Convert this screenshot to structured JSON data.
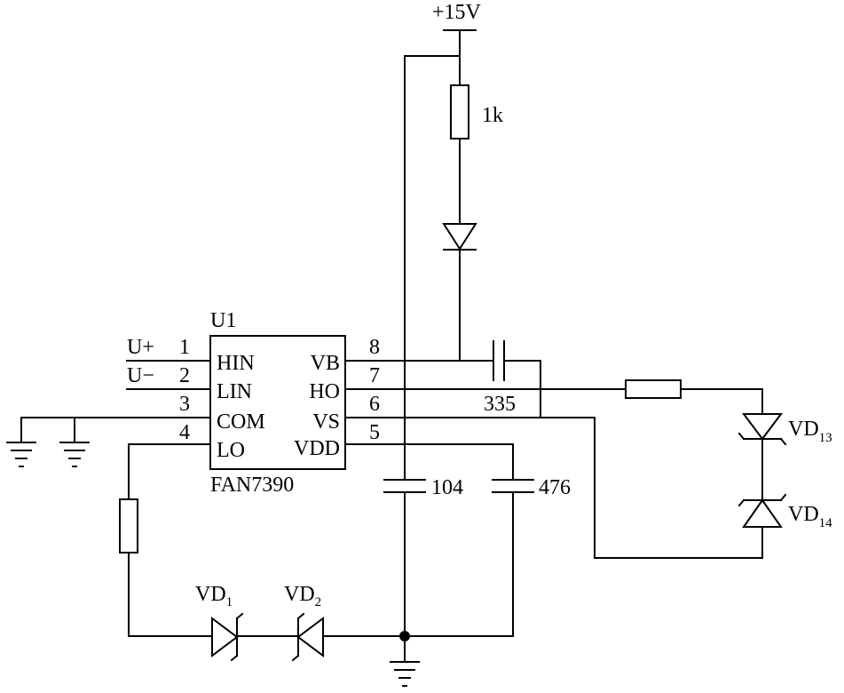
{
  "supply": "+15V",
  "ic": {
    "ref": "U1",
    "part": "FAN7390",
    "left_pins": [
      {
        "num": "1",
        "name": "HIN",
        "signal": "U+"
      },
      {
        "num": "2",
        "name": "LIN",
        "signal": "U−"
      },
      {
        "num": "3",
        "name": "COM",
        "signal": ""
      },
      {
        "num": "4",
        "name": "LO",
        "signal": ""
      }
    ],
    "right_pins": [
      {
        "num": "8",
        "name": "VB"
      },
      {
        "num": "7",
        "name": "HO"
      },
      {
        "num": "6",
        "name": "VS"
      },
      {
        "num": "5",
        "name": "VDD"
      }
    ]
  },
  "components": {
    "r_top": "1k",
    "c_boot": "335",
    "c_104": "104",
    "c_476": "476"
  },
  "diodes": {
    "vd13": {
      "base": "VD",
      "sub": "13"
    },
    "vd14": {
      "base": "VD",
      "sub": "14"
    },
    "vd1": {
      "base": "VD",
      "sub": "1"
    },
    "vd2": {
      "base": "VD",
      "sub": "2"
    }
  }
}
